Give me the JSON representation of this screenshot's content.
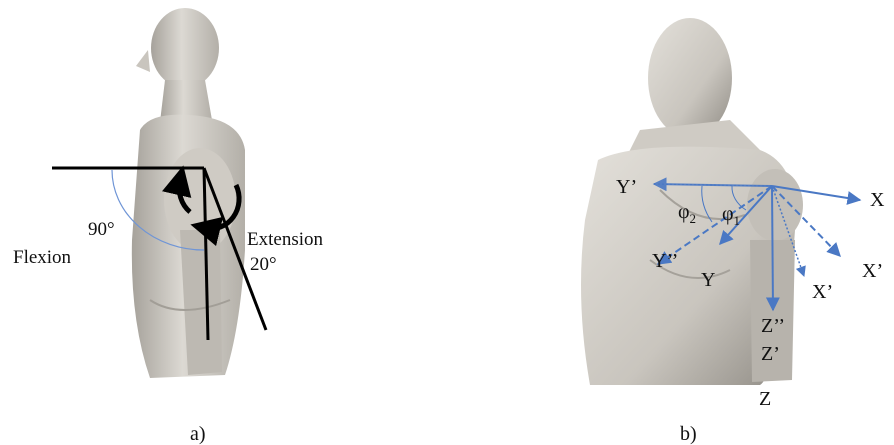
{
  "panel_a": {
    "caption": "a)",
    "labels": {
      "flexion": "Flexion",
      "flexion_angle": "90°",
      "extension": "Extension",
      "extension_angle": "20°"
    }
  },
  "panel_b": {
    "caption": "b)",
    "axes": {
      "x": "X",
      "x_prime": "X’",
      "x_prime_lower": "X’",
      "y": "Y",
      "y_prime": "Y’",
      "y_double_prime": "Y’’",
      "z": "Z",
      "z_prime": "Z’",
      "z_double_prime": "Z’’"
    },
    "angles": {
      "phi1": "φ",
      "phi1_sub": "1",
      "phi2": "φ",
      "phi2_sub": "2"
    }
  },
  "colors": {
    "axis_blue": "#4a78c4",
    "arc_blue": "#6f95d6",
    "black_line": "#000000",
    "mannequin_light": "#d9d6d0",
    "mannequin_mid": "#bdb9b2",
    "mannequin_dark": "#8f8b84"
  }
}
